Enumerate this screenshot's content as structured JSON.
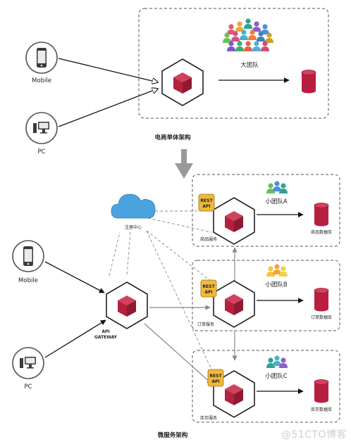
{
  "monolith": {
    "team_label": "大团队",
    "caption": "电商单体架构",
    "client_mobile": "Mobile",
    "client_pc": "PC"
  },
  "microservices": {
    "caption": "微服务架构",
    "registry_label": "注册中心",
    "gateway_line1": "API",
    "gateway_line2": "GATEWAY",
    "client_mobile": "Mobile",
    "client_pc": "PC",
    "rest_line1": "REST",
    "rest_line2": "API",
    "services": [
      {
        "service_label": "商品服务",
        "team_label": "小团队A",
        "db_label": "商品数据库"
      },
      {
        "service_label": "订单服务",
        "team_label": "小团队B",
        "db_label": "订单数据库"
      },
      {
        "service_label": "库存服务",
        "team_label": "小团队C",
        "db_label": "库存数据库"
      }
    ]
  },
  "watermark": "@51CTO博客",
  "colors": {
    "cube_red": "#b3213d",
    "db_red": "#b81e40",
    "cloud_blue": "#4aa3df",
    "rest_yellow": "#f0b93a"
  }
}
